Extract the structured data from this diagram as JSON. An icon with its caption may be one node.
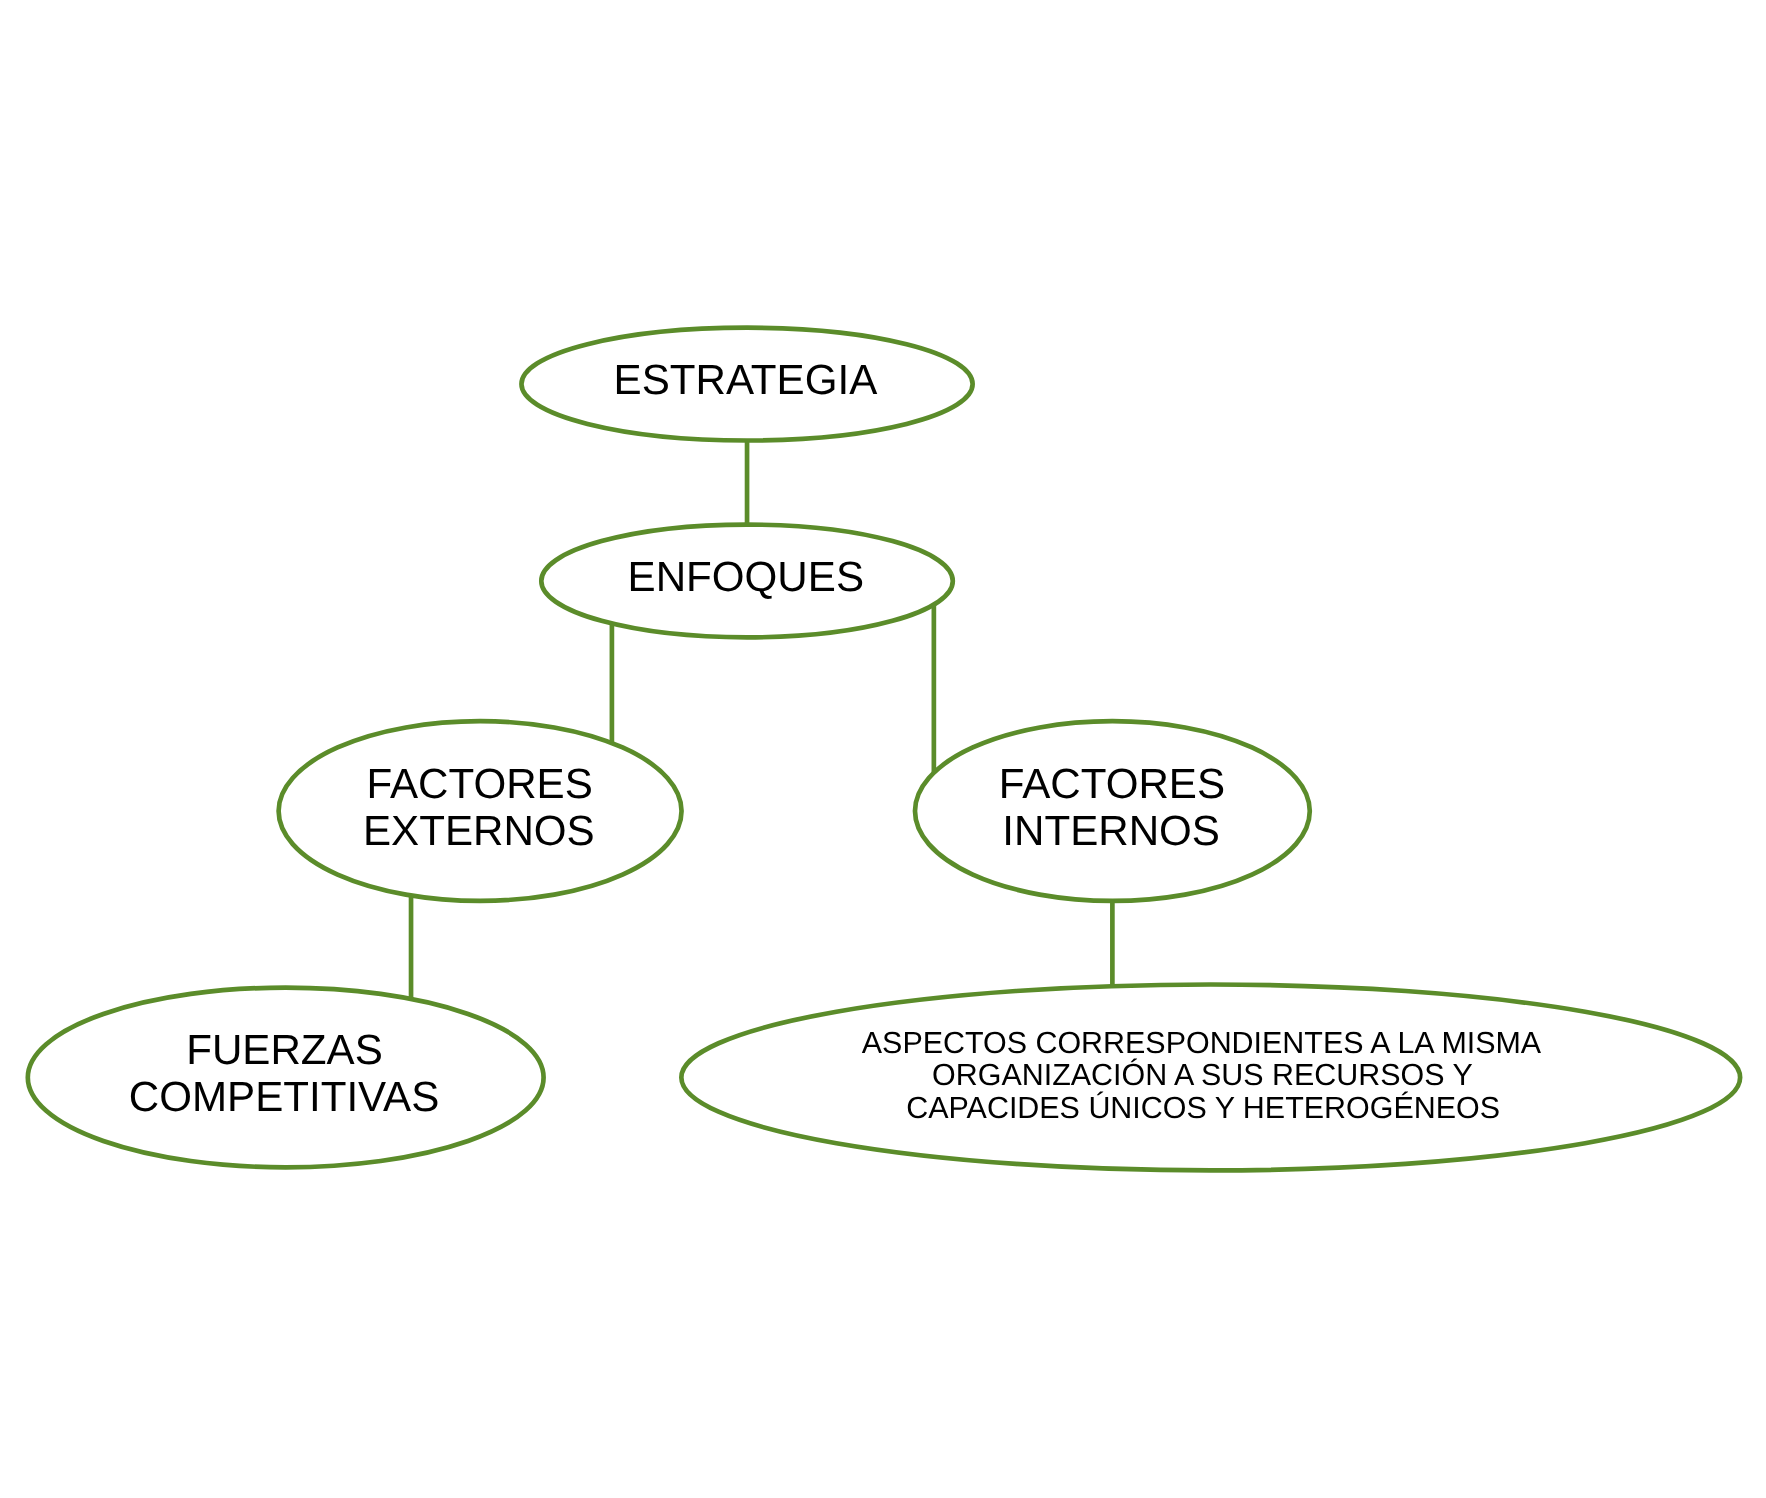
{
  "diagram": {
    "nodes": [
      {
        "text": [
          "ESTRATEGIA"
        ]
      },
      {
        "text": [
          "ENFOQUES"
        ]
      },
      {
        "text": [
          "FACTORES EXTERNOS"
        ]
      },
      {
        "text": [
          "FACTORES INTERNOS"
        ]
      },
      {
        "text": [
          "FUERZAS COMPETITIVAS"
        ]
      },
      {
        "text": [
          "ASPECTOS CORRESPONDIENTES A LA MISMA ORGANIZACIÓN A SUS RECURSOS Y CAPACIDES ÚNICOS Y HETEROGÉNEOS"
        ]
      }
    ],
    "edges": [
      {
        "from": 0,
        "to": 1,
        "arrow": "none"
      },
      {
        "from": 1,
        "to": 2,
        "arrow": "none"
      },
      {
        "from": 1,
        "to": 3,
        "arrow": "none"
      },
      {
        "from": 2,
        "to": 4,
        "arrow": "none"
      },
      {
        "from": 3,
        "to": 5,
        "arrow": "none"
      }
    ]
  }
}
